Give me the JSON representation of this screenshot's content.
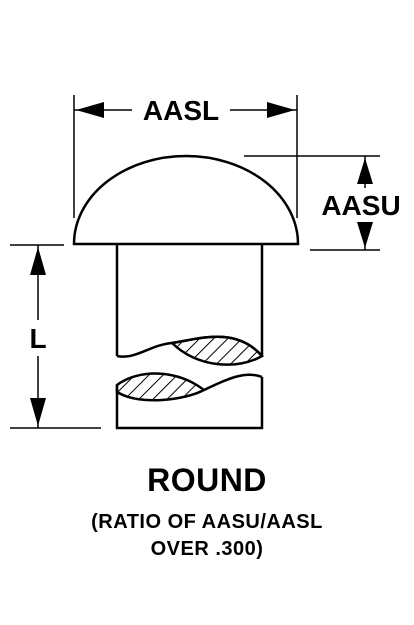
{
  "labels": {
    "head_width": "AASL",
    "head_height": "AASU",
    "length": "L"
  },
  "caption": {
    "title": "ROUND",
    "line1": "(RATIO OF AASU/AASL",
    "line2": "OVER .300)"
  },
  "colors": {
    "ink": "#000000",
    "background": "#ffffff"
  }
}
